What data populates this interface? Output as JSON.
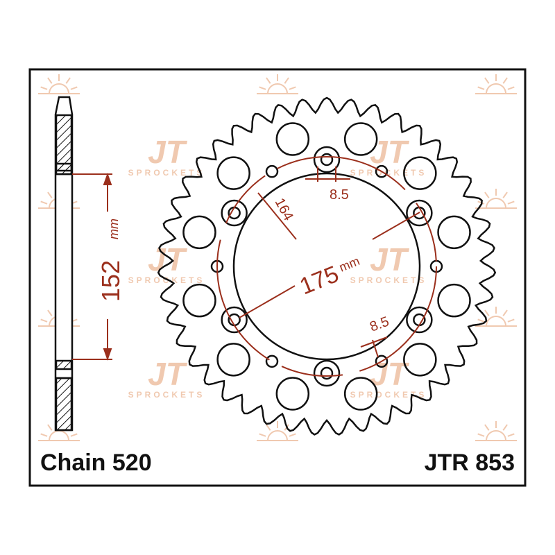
{
  "watermark": {
    "brand": "JT",
    "sub": "SPROCKETS"
  },
  "labels": {
    "chain": "Chain 520",
    "part": "JTR 853"
  },
  "dimensions": {
    "offset": "152",
    "offset_unit": "mm",
    "pcd": "175",
    "pcd_unit": "mm",
    "center_bore": "164",
    "bolt_hole_top": "8.5",
    "bolt_hole_bottom": "8.5"
  },
  "colors": {
    "line": "#111111",
    "dimension": "#9b2f1c",
    "watermark": "#f0c9b0"
  }
}
